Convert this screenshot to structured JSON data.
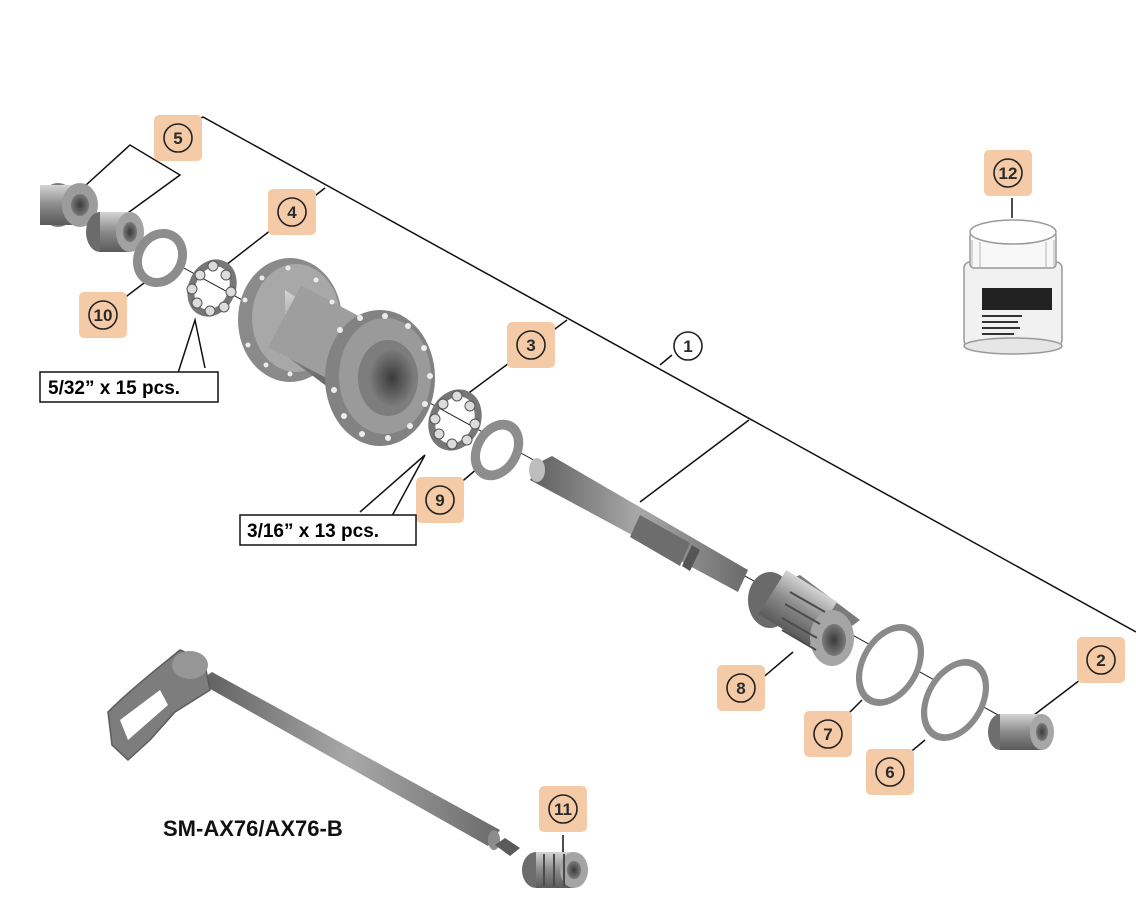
{
  "diagram": {
    "model_label": "SM-AX76/AX76-B",
    "ball_spec_left": "5/32” x 15 pcs.",
    "ball_spec_center": "3/16” x 13 pcs.",
    "callouts": [
      {
        "id": "c1",
        "num": "1",
        "highlight": false
      },
      {
        "id": "c2",
        "num": "2",
        "highlight": true
      },
      {
        "id": "c3",
        "num": "3",
        "highlight": true
      },
      {
        "id": "c4",
        "num": "4",
        "highlight": true
      },
      {
        "id": "c5",
        "num": "5",
        "highlight": true
      },
      {
        "id": "c6",
        "num": "6",
        "highlight": true
      },
      {
        "id": "c7",
        "num": "7",
        "highlight": true
      },
      {
        "id": "c8",
        "num": "8",
        "highlight": true
      },
      {
        "id": "c9",
        "num": "9",
        "highlight": true
      },
      {
        "id": "c10",
        "num": "10",
        "highlight": true
      },
      {
        "id": "c11",
        "num": "11",
        "highlight": true
      },
      {
        "id": "c12",
        "num": "12",
        "highlight": true
      }
    ]
  },
  "colors": {
    "highlight_box": "#f5cba7",
    "part_dark": "#6f6f6f",
    "part_mid": "#9a9a9a",
    "part_light": "#c8c8c8",
    "line": "#111111"
  }
}
